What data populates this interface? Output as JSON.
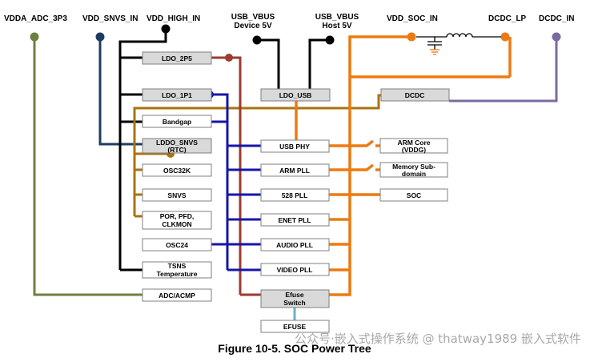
{
  "rails": {
    "vdda_adc_3p3": "VDDA_ADC_3P3",
    "vdd_snvs_in": "VDD_SNVS_IN",
    "vdd_high_in": "VDD_HIGH_IN",
    "usb_vbus_device_l1": "USB_VBUS",
    "usb_vbus_device_l2": "Device 5V",
    "usb_vbus_host_l1": "USB_VBUS",
    "usb_vbus_host_l2": "Host 5V",
    "vdd_soc_in": "VDD_SOC_IN",
    "dcdc_lp": "DCDC_LP",
    "dcdc_in": "DCDC_IN"
  },
  "blocks": {
    "ldo_2p5": "LDO_2P5",
    "ldo_1p1": "LDO_1P1",
    "ldo_usb": "LDO_USB",
    "dcdc": "DCDC",
    "bandgap": "Bandgap",
    "lddo_snvs_l1": "LDDO_SNVS",
    "lddo_snvs_l2": "(RTC)",
    "osc32k": "OSC32K",
    "snvs": "SNVS",
    "por_l1": "POR, PFD,",
    "por_l2": "CLKMON",
    "osc24": "OSC24",
    "tsns_l1": "TSNS",
    "tsns_l2": "Temperature",
    "adc_acmp": "ADC/ACMP",
    "usb_phy": "USB PHY",
    "arm_pll": "ARM PLL",
    "pll528": "528 PLL",
    "enet_pll": "ENET PLL",
    "audio_pll": "AUDIO PLL",
    "video_pll": "VIDEO PLL",
    "efuse_switch_l1": "Efuse",
    "efuse_switch_l2": "Switch",
    "efuse": "EFUSE",
    "arm_core_l1": "ARM Core",
    "arm_core_l2": "(VDDG)",
    "mem_sub_l1": "Memory Sub-",
    "mem_sub_l2": "domain",
    "soc": "SOC"
  },
  "caption": "Figure 10-5. SOC Power Tree",
  "watermark": "公众号·嵌入式操作系统 @ thatway1989 嵌入式软件",
  "colors": {
    "black": "#000000",
    "olive": "#6e8040",
    "navy": "#1f3b63",
    "brown": "#9b3c2e",
    "blue": "#1616a8",
    "gold": "#a8740e",
    "orange": "#ec7a12",
    "purple": "#7b6aa0",
    "efuse_link": "#6fb0c8"
  }
}
